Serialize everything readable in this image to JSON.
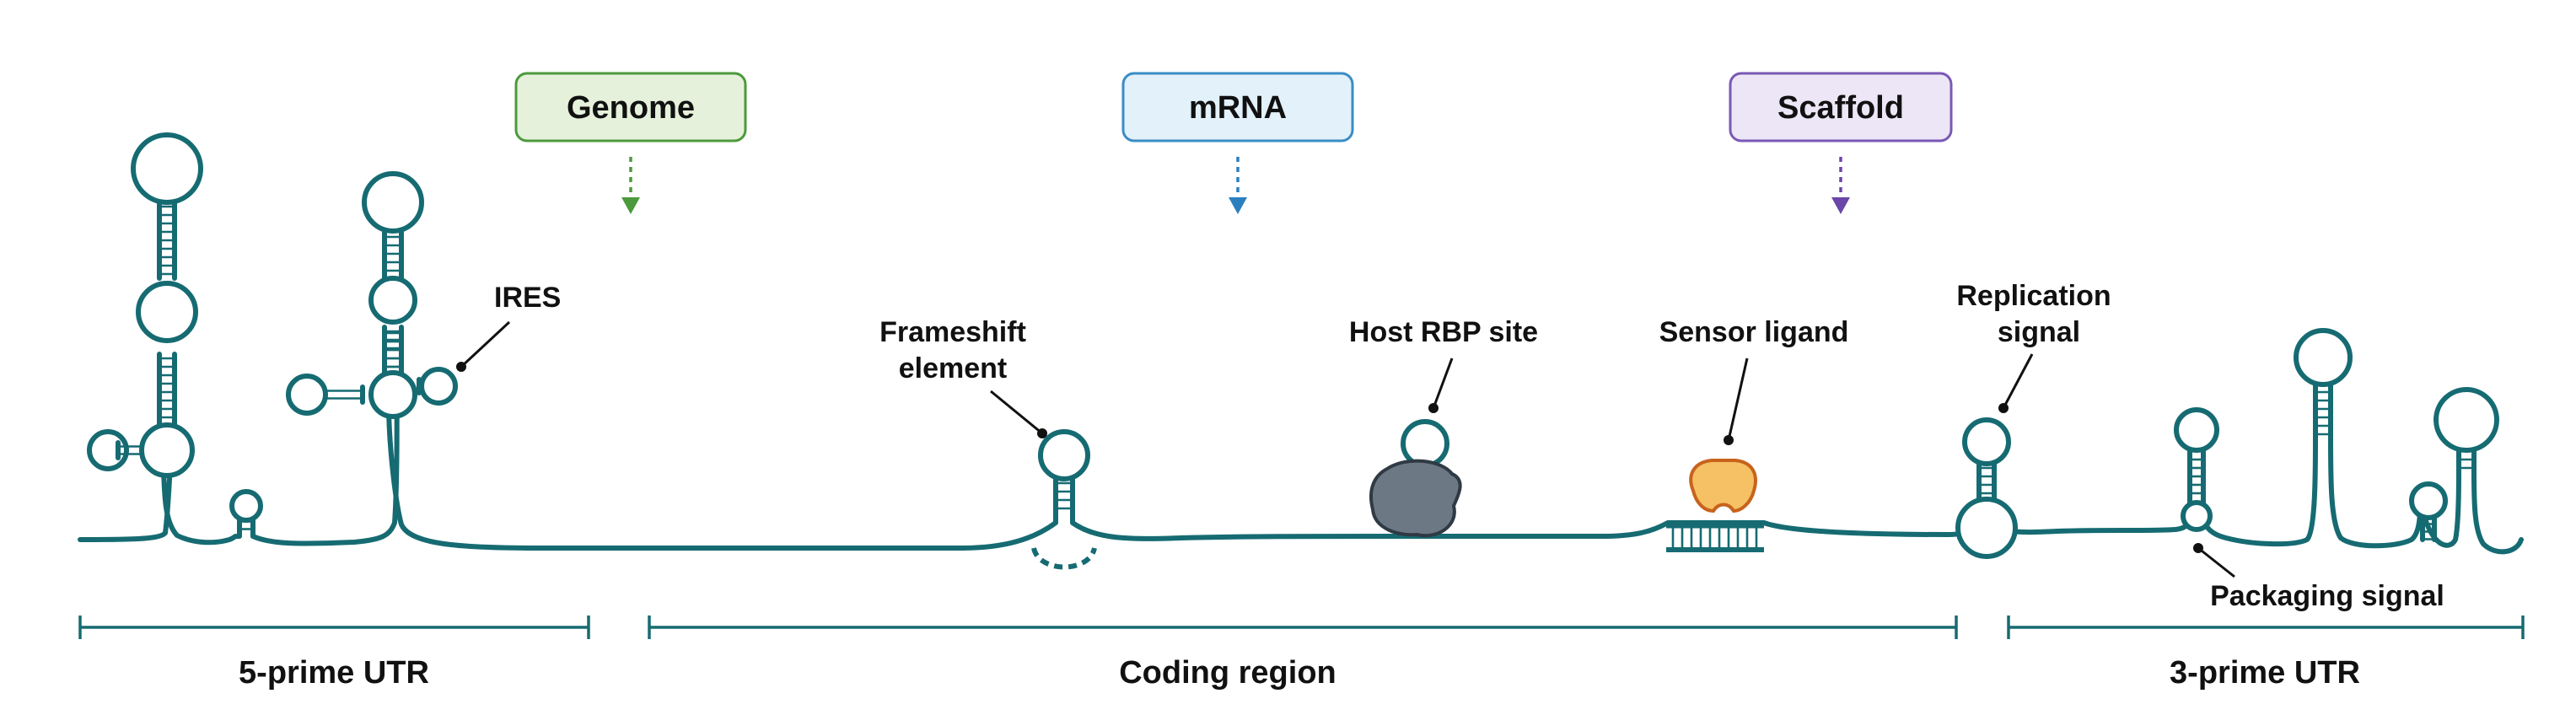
{
  "colors": {
    "rna": "#166b72",
    "genome_fill": "#e6f1dc",
    "genome_stroke": "#4c9a3c",
    "genome_arrow": "#4c9a3c",
    "mrna_fill": "#e2f1fa",
    "mrna_stroke": "#3a8dc4",
    "mrna_arrow": "#2b7fbf",
    "scaffold_fill": "#ece6f6",
    "scaffold_stroke": "#7a58b5",
    "scaffold_arrow": "#6a47a8",
    "protein": "#6c7884",
    "ligand_fill": "#f6c065",
    "ligand_stroke": "#c7631c",
    "text": "#111111"
  },
  "categories": [
    {
      "label": "Genome",
      "icon": "dotted-down-arrow"
    },
    {
      "label": "mRNA",
      "icon": "dotted-down-arrow"
    },
    {
      "label": "Scaffold",
      "icon": "dotted-down-arrow"
    }
  ],
  "features": {
    "ires": "IRES",
    "frameshift_line1": "Frameshift",
    "frameshift_line2": "element",
    "host_rbp": "Host RBP site",
    "sensor_ligand": "Sensor ligand",
    "replication_line1": "Replication",
    "replication_line2": "signal",
    "packaging": "Packaging signal"
  },
  "regions": [
    {
      "label": "5-prime UTR"
    },
    {
      "label": "Coding region"
    },
    {
      "label": "3-prime UTR"
    }
  ]
}
